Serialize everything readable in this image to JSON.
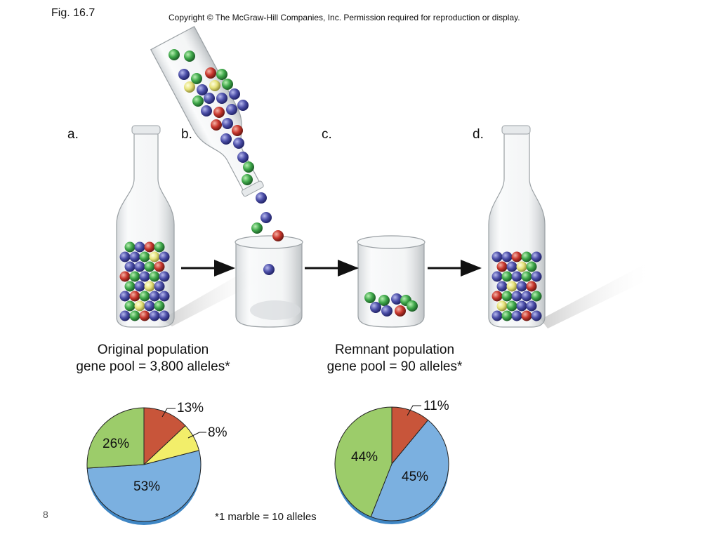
{
  "header": {
    "figure_label": "Fig. 16.7",
    "copyright": "Copyright © The McGraw-Hill Companies, Inc. Permission required for reproduction or display."
  },
  "panels": [
    {
      "letter": "a."
    },
    {
      "letter": "b."
    },
    {
      "letter": "c."
    },
    {
      "letter": "d."
    }
  ],
  "original_population": {
    "caption_line1": "Original population",
    "caption_line2": "gene pool = 3,800 alleles*"
  },
  "remnant_population": {
    "caption_line1": "Remnant population",
    "caption_line2": "gene pool = 90 alleles*"
  },
  "footnote": "*1 marble = 10 alleles",
  "page_number": "8",
  "colors": {
    "red": "#c8553a",
    "yellow": "#f2ee6a",
    "blue": "#7bb0e0",
    "green": "#9ccc6a",
    "marble_blue": "#4c4fa8",
    "marble_green": "#3fa84a",
    "marble_red": "#c8372d",
    "marble_yellow": "#e6e27a"
  },
  "chart_data": [
    {
      "type": "pie",
      "slices": [
        {
          "label": "13%",
          "value": 13,
          "color": "#c8553a"
        },
        {
          "label": "8%",
          "value": 8,
          "color": "#f2ee6a"
        },
        {
          "label": "53%",
          "value": 53,
          "color": "#7bb0e0"
        },
        {
          "label": "26%",
          "value": 26,
          "color": "#9ccc6a"
        }
      ]
    },
    {
      "type": "pie",
      "slices": [
        {
          "label": "11%",
          "value": 11,
          "color": "#c8553a"
        },
        {
          "label": "45%",
          "value": 45,
          "color": "#7bb0e0"
        },
        {
          "label": "44%",
          "value": 44,
          "color": "#9ccc6a"
        }
      ]
    }
  ]
}
